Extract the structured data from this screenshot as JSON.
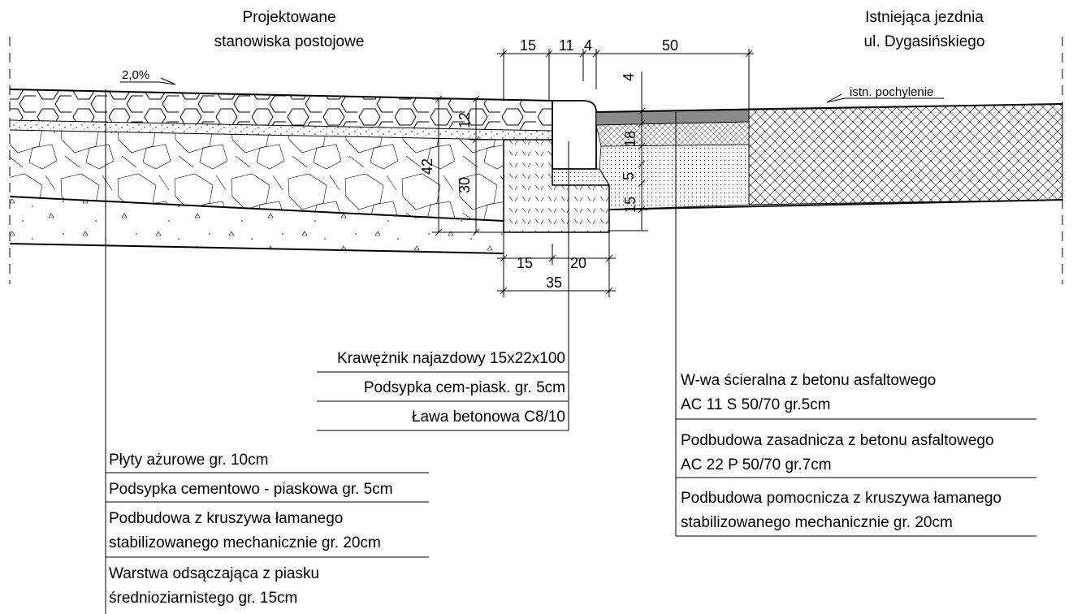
{
  "titles": {
    "left_line1": "Projektowane",
    "left_line2": "stanowiska postojowe",
    "right_line1": "Istniejąca jezdnia",
    "right_line2": "ul. Dygasińskiego"
  },
  "slopes": {
    "left": "2,0%",
    "right": "istn. pochylenie"
  },
  "dimensions": {
    "top_15": "15",
    "top_11": "11",
    "top_4": "4",
    "top_50": "50",
    "v_4": "4",
    "v_12": "12",
    "v_42": "42",
    "v_30": "30",
    "v_18": "18",
    "v_5": "5",
    "v_15": "15",
    "bottom_15": "15",
    "bottom_20": "20",
    "bottom_35": "35"
  },
  "curb_labels": [
    "Krawężnik najazdowy 15x22x100",
    "Podsypka cem-piask. gr. 5cm",
    "Ława betonowa C8/10"
  ],
  "left_layers": [
    "Płyty ażurowe gr. 10cm",
    "Podsypka cementowo - piaskowa gr. 5cm",
    "Podbudowa z kruszywa łamanego",
    "stabilizowanego mechanicznie gr. 20cm",
    "Warstwa odsączająca z piasku",
    "średnioziarnistego gr. 15cm"
  ],
  "right_layers": [
    "W-wa ścieralna z betonu asfaltowego",
    "AC 11 S 50/70 gr.5cm",
    "Podbudowa zasadnicza z betonu asfaltowego",
    "AC 22 P 50/70 gr.7cm",
    "Podbudowa pomocnicza z kruszywa łamanego",
    "stabilizowanego mechanicznie gr. 20cm"
  ]
}
